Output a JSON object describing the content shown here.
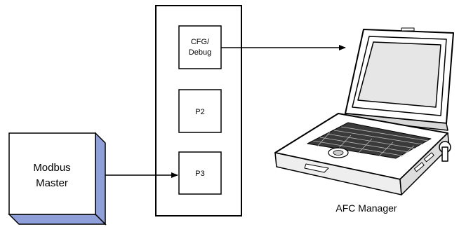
{
  "diagram": {
    "modbus_master": {
      "line1": "Modbus",
      "line2": "Master"
    },
    "ports": {
      "cfg_line1": "CFG/",
      "cfg_line2": "Debug",
      "p2": "P2",
      "p3": "P3"
    },
    "laptop_caption": "AFC Manager"
  },
  "colors": {
    "modbus_box_fill": "#ffffff",
    "modbus_box_side": "#8f9fd9",
    "stroke": "#000000"
  }
}
